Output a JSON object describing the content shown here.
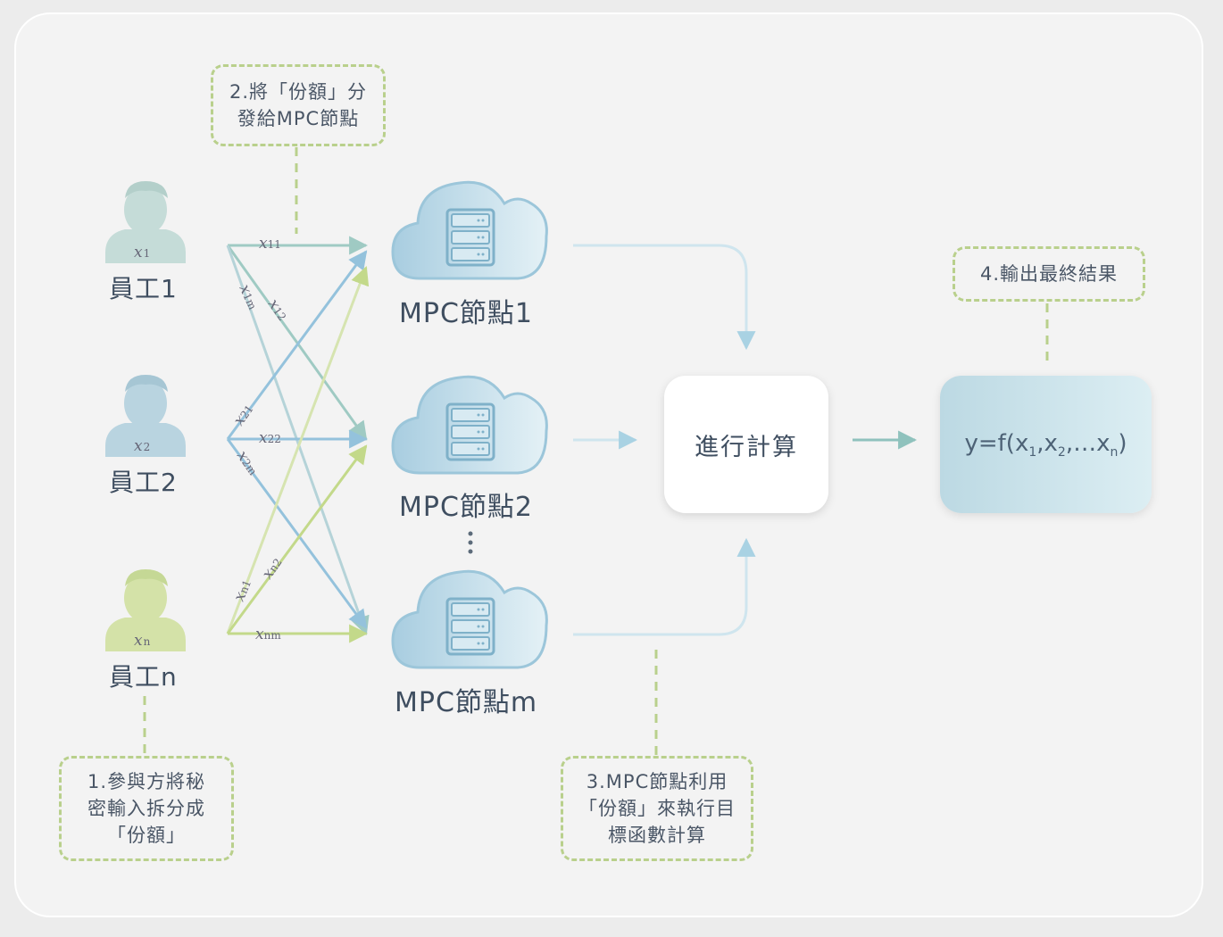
{
  "employees": [
    {
      "label": "員工1",
      "var": "x",
      "sub": "1",
      "color": "#c5dcd8"
    },
    {
      "label": "員工2",
      "var": "x",
      "sub": "2",
      "color": "#b9d4e0"
    },
    {
      "label": "員工n",
      "var": "x",
      "sub": "n",
      "color": "#d4e2a8"
    }
  ],
  "nodes": [
    {
      "label": "MPC節點1"
    },
    {
      "label": "MPC節點2"
    },
    {
      "label": "MPC節點m"
    }
  ],
  "shares": [
    {
      "var": "x",
      "sub": "11"
    },
    {
      "var": "x",
      "sub": "12"
    },
    {
      "var": "x",
      "sub": "1m"
    },
    {
      "var": "x",
      "sub": "21"
    },
    {
      "var": "x",
      "sub": "22"
    },
    {
      "var": "x",
      "sub": "2m"
    },
    {
      "var": "x",
      "sub": "n1"
    },
    {
      "var": "x",
      "sub": "n2"
    },
    {
      "var": "x",
      "sub": "nm"
    }
  ],
  "notes": {
    "step1": [
      "1.參與方將秘",
      "密輸入拆分成",
      "「份額」"
    ],
    "step2": [
      "2.將「份額」分",
      "發給MPC節點"
    ],
    "step3": [
      "3.MPC節點利用",
      "「份額」來執行目",
      "標函數計算"
    ],
    "step4": [
      "4.輸出最終結果"
    ]
  },
  "compute": {
    "label": "進行計算"
  },
  "result": {
    "prefix": "y=f(x",
    "s1": "1",
    "mid1": ",x",
    "s2": "2",
    "mid2": ",…x",
    "sn": "n",
    "suffix": ")"
  },
  "colors": {
    "row1": "#9fcac3",
    "row2": "#94c2dc",
    "rown": "#c3d98a",
    "flow": "#a9d2e3",
    "note_border": "#b9d08c"
  }
}
